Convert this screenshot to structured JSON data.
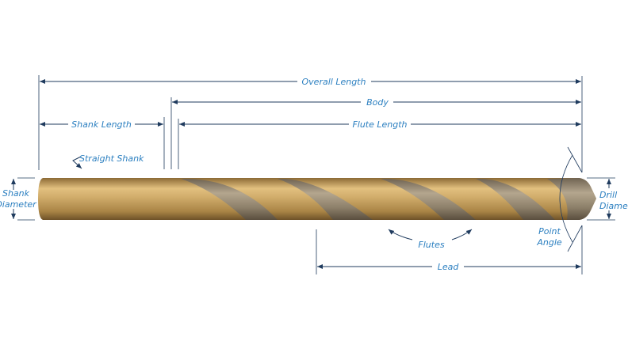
{
  "labels": {
    "overall_length": "Overall Length",
    "body": "Body",
    "shank_length": "Shank Length",
    "flute_length": "Flute Length",
    "straight_shank": "Straight Shank",
    "shank_diameter_1": "Shank",
    "shank_diameter_2": "Diameter",
    "drill_diameter_1": "Drill",
    "drill_diameter_2": "Diameter",
    "point_angle_1": "Point",
    "point_angle_2": "Angle",
    "flutes": "Flutes",
    "lead": "Lead"
  },
  "colors": {
    "label": "#2b7fc0",
    "dimension_line": "#1f3b5e",
    "shank_gold": "#c9a263",
    "flute_grey": "#8a7b66"
  }
}
